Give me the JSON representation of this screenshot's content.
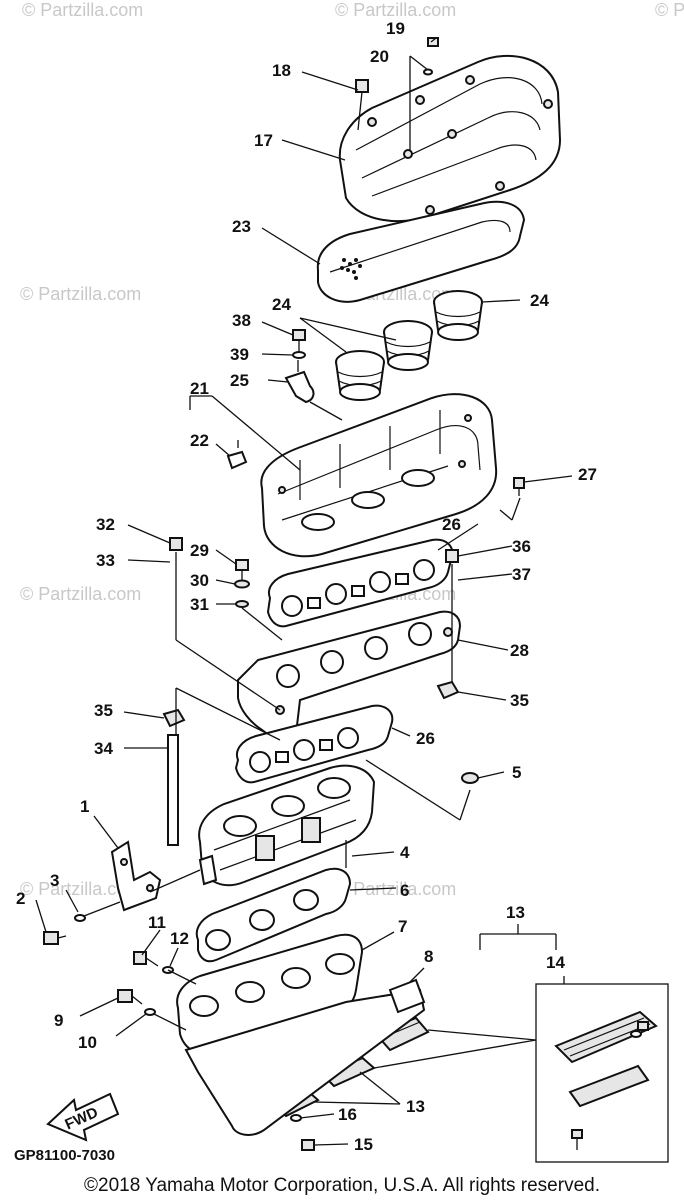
{
  "watermarks": [
    "© Partzilla.com",
    "© Partzilla.com",
    "© Partzilla.com",
    "© Partzilla.com",
    "© Partzilla.com",
    "© Partzilla.com",
    "© Partzilla.com",
    "© Partzilla.com",
    "© Partzilla.com"
  ],
  "callouts": {
    "n1": "1",
    "n2": "2",
    "n3": "3",
    "n4": "4",
    "n5": "5",
    "n6": "6",
    "n7": "7",
    "n8": "8",
    "n9": "9",
    "n10": "10",
    "n11": "11",
    "n12": "12",
    "n13a": "13",
    "n13b": "13",
    "n14": "14",
    "n15": "15",
    "n16": "16",
    "n17": "17",
    "n18": "18",
    "n19": "19",
    "n20": "20",
    "n21": "21",
    "n22": "22",
    "n23": "23",
    "n24a": "24",
    "n24b": "24",
    "n25": "25",
    "n26a": "26",
    "n26b": "26",
    "n27": "27",
    "n28": "28",
    "n29": "29",
    "n30": "30",
    "n31": "31",
    "n32": "32",
    "n33": "33",
    "n34": "34",
    "n35a": "35",
    "n35b": "35",
    "n36": "36",
    "n37": "37",
    "n38": "38",
    "n39": "39"
  },
  "fwd_label": "FWD",
  "diagram_code": "GP81100-7030",
  "copyright": "©2018 Yamaha Motor Corporation, U.S.A. All rights reserved."
}
